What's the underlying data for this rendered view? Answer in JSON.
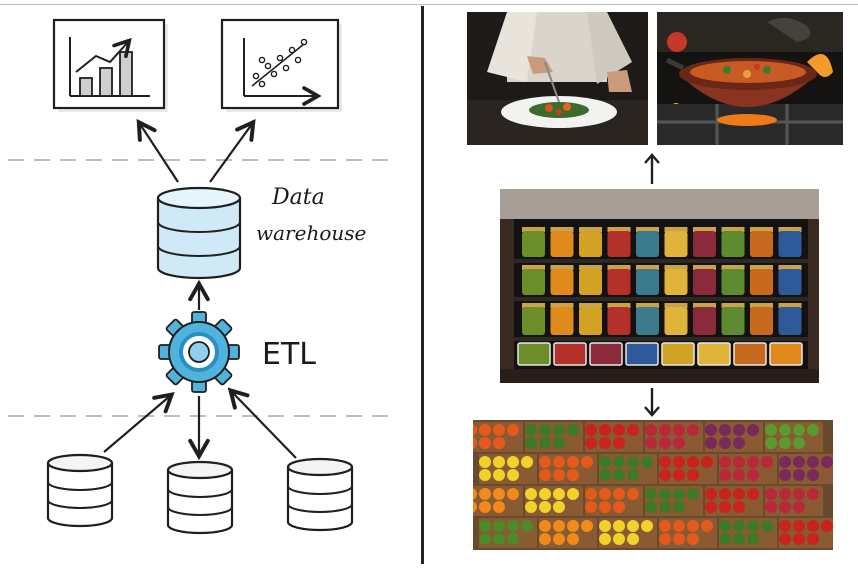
{
  "labels": {
    "warehouse_line1": "Data",
    "warehouse_line2": "warehouse",
    "etl": "ETL"
  },
  "icons": [
    "bar-chart-icon",
    "scatter-plot-icon",
    "database-icon",
    "gear-icon",
    "arrow-icon"
  ],
  "colors": {
    "warehouse_fill": "#cfe9f7",
    "gear_fill": "#4fb3de",
    "gear_dark": "#2a8fbf",
    "source_fill": "#ffffff",
    "stroke": "#1f1f1f",
    "dashed_line": "#bdbdbd"
  },
  "photos": [
    "chef-plating-dish",
    "pan-on-stove",
    "pantry-shelf-jars",
    "vegetable-market-crates"
  ]
}
